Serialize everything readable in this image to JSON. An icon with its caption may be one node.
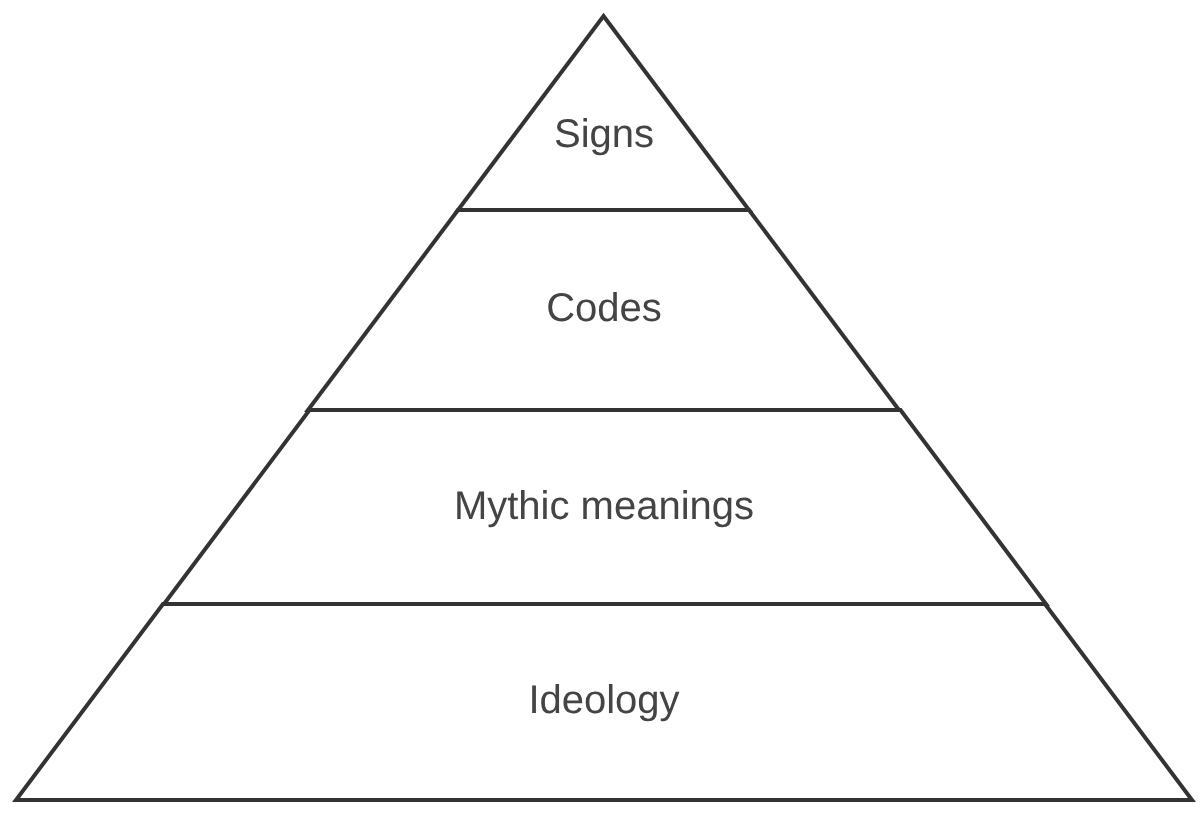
{
  "diagram": {
    "nodes": [
      {
        "text": [
          "Signs"
        ]
      },
      {
        "text": [
          "Codes"
        ]
      },
      {
        "text": [
          "Mythic meanings"
        ]
      },
      {
        "text": [
          "Ideology"
        ]
      }
    ]
  }
}
